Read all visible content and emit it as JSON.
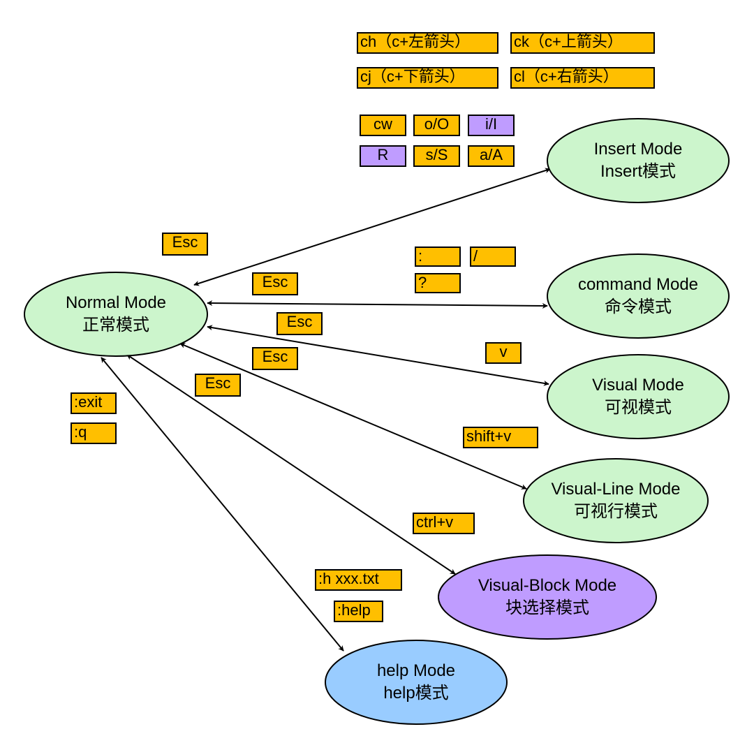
{
  "colors": {
    "key_box": "#ffbf00",
    "insert_key_box": "#bf9cff",
    "mode_green": "#ccf5cc",
    "mode_purple": "#bf9cff",
    "mode_blue": "#99ccff"
  },
  "modes": {
    "normal": {
      "en": "Normal Mode",
      "zh": "正常模式"
    },
    "insert": {
      "en": "Insert Mode",
      "zh": "Insert模式"
    },
    "command": {
      "en": "command Mode",
      "zh": "命令模式"
    },
    "visual": {
      "en": "Visual Mode",
      "zh": "可视模式"
    },
    "visual_line": {
      "en": "Visual-Line Mode",
      "zh": "可视行模式"
    },
    "visual_block": {
      "en": "Visual-Block Mode",
      "zh": "块选择模式"
    },
    "help": {
      "en": "help Mode",
      "zh": "help模式"
    }
  },
  "insert_keys": {
    "ch": "ch（c+左箭头）",
    "ck": "ck（c+上箭头）",
    "cj": "cj（c+下箭头）",
    "cl": "cl（c+右箭头）",
    "cw": "cw",
    "oO": "o/O",
    "iI": "i/I",
    "R": "R",
    "sS": "s/S",
    "aA": "a/A"
  },
  "command_keys": {
    "colon": ":",
    "slash": "/",
    "question": "?"
  },
  "visual_key": "v",
  "visual_line_key": "shift+v",
  "visual_block_key": "ctrl+v",
  "help_keys": {
    "h_file": ":h xxx.txt",
    "help": ":help"
  },
  "exit_keys": {
    "exit": ":exit",
    "q": ":q"
  },
  "esc": {
    "insert": "Esc",
    "command": "Esc",
    "visual": "Esc",
    "visual_line": "Esc",
    "visual_block": "Esc"
  }
}
